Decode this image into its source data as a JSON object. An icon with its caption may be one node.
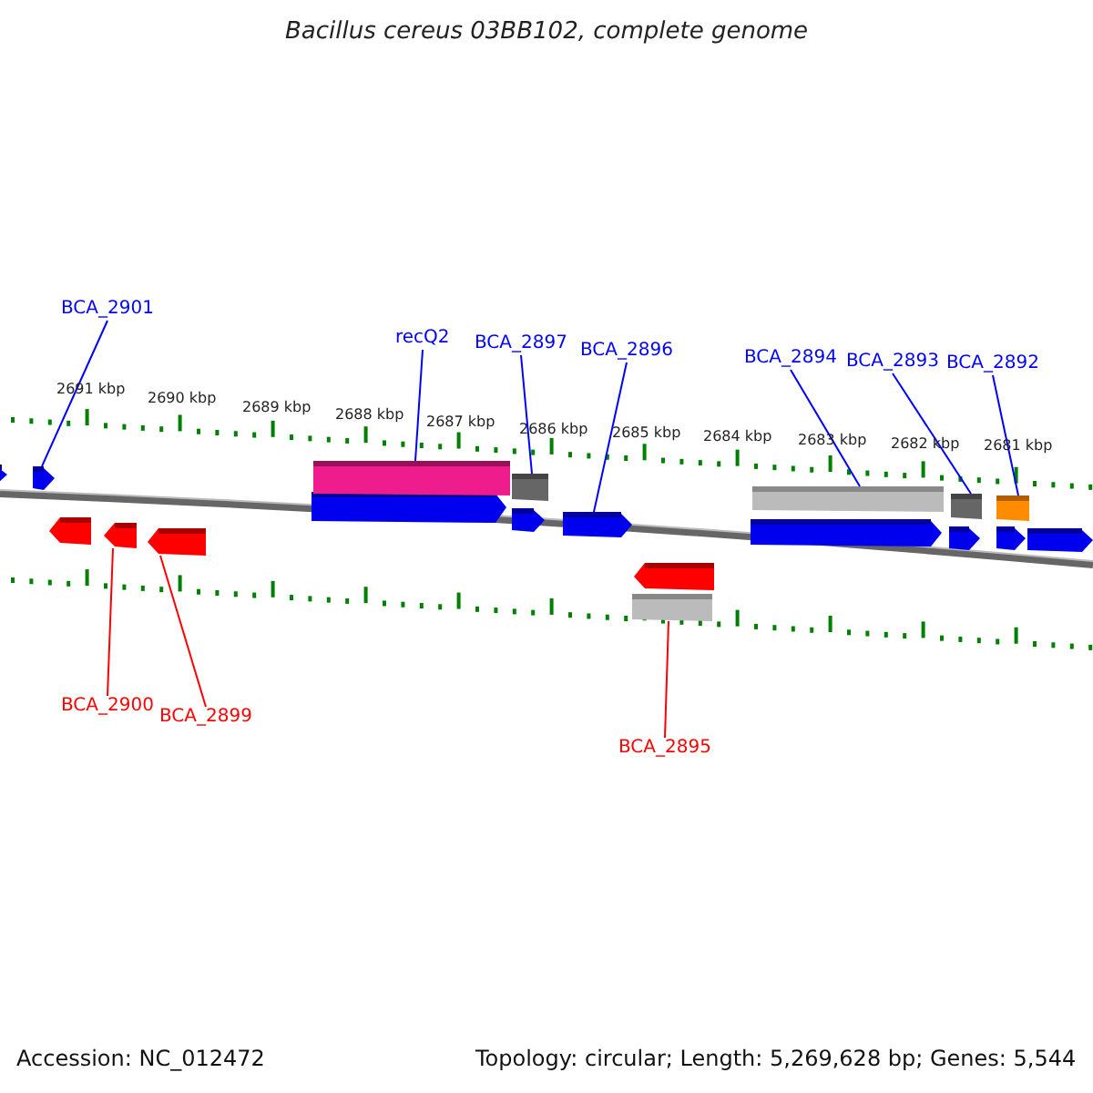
{
  "diagram": {
    "title": "Bacillus cereus 03BB102, complete genome",
    "nodes": [
      {
        "text": [
          "BCA_2901"
        ]
      },
      {
        "text": [
          "recQ2"
        ]
      },
      {
        "text": [
          "BCA_2897"
        ]
      },
      {
        "text": [
          "BCA_2896"
        ]
      },
      {
        "text": [
          "BCA_2894"
        ]
      },
      {
        "text": [
          "BCA_2893"
        ]
      },
      {
        "text": [
          "BCA_2892"
        ]
      },
      {
        "text": [
          "BCA_2900"
        ]
      },
      {
        "text": [
          "BCA_2899"
        ]
      },
      {
        "text": [
          "BCA_2895"
        ]
      },
      {
        "text": [],
        "shape": "bar"
      },
      {
        "text": [],
        "shape": "bar"
      },
      {
        "text": [],
        "shape": "bar"
      },
      {
        "text": [],
        "shape": "bar"
      },
      {
        "text": [],
        "shape": "bar"
      },
      {
        "text": [],
        "shape": "bar"
      },
      {
        "text": [],
        "shape": "bar"
      },
      {
        "text": [],
        "shape": "bar"
      },
      {
        "text": [],
        "shape": "bar"
      },
      {
        "text": [],
        "shape": "bar"
      },
      {
        "text": [],
        "shape": "bar"
      },
      {
        "text": [],
        "shape": "bar"
      },
      {
        "text": [],
        "shape": "bar"
      },
      {
        "text": [],
        "shape": "bar"
      },
      {
        "text": [],
        "shape": "bar"
      },
      {
        "text": [],
        "shape": "bar"
      },
      {
        "text": [],
        "shape": "bar"
      },
      {
        "text": [],
        "shape": "bar"
      },
      {
        "text": [],
        "shape": "bar"
      }
    ],
    "edges": [
      {
        "from": 0,
        "to": 11,
        "arrow": "none"
      },
      {
        "from": 1,
        "to": 16,
        "arrow": "none"
      },
      {
        "from": 2,
        "to": 17,
        "arrow": "none"
      },
      {
        "from": 3,
        "to": 19,
        "arrow": "none"
      },
      {
        "from": 4,
        "to": 23,
        "arrow": "none"
      },
      {
        "from": 5,
        "to": 25,
        "arrow": "none"
      },
      {
        "from": 6,
        "to": 26,
        "arrow": "none"
      },
      {
        "from": 7,
        "to": 13,
        "arrow": "none",
        "color": "#ff0000"
      },
      {
        "from": 8,
        "to": 14,
        "arrow": "none",
        "color": "#ff0000"
      },
      {
        "from": 9,
        "to": 20,
        "arrow": "none",
        "color": "#ff0000"
      }
    ],
    "labels": [
      "2691 kbp",
      "2690 kbp",
      "2689 kbp",
      "2688 kbp",
      "2687 kbp",
      "2686 kbp",
      "2685 kbp",
      "2684 kbp",
      "2683 kbp",
      "2682 kbp",
      "2681 kbp",
      "Accession: NC_012472",
      "Topology: circular; Length: 5,269,628 bp; Genes: 5,544"
    ]
  }
}
